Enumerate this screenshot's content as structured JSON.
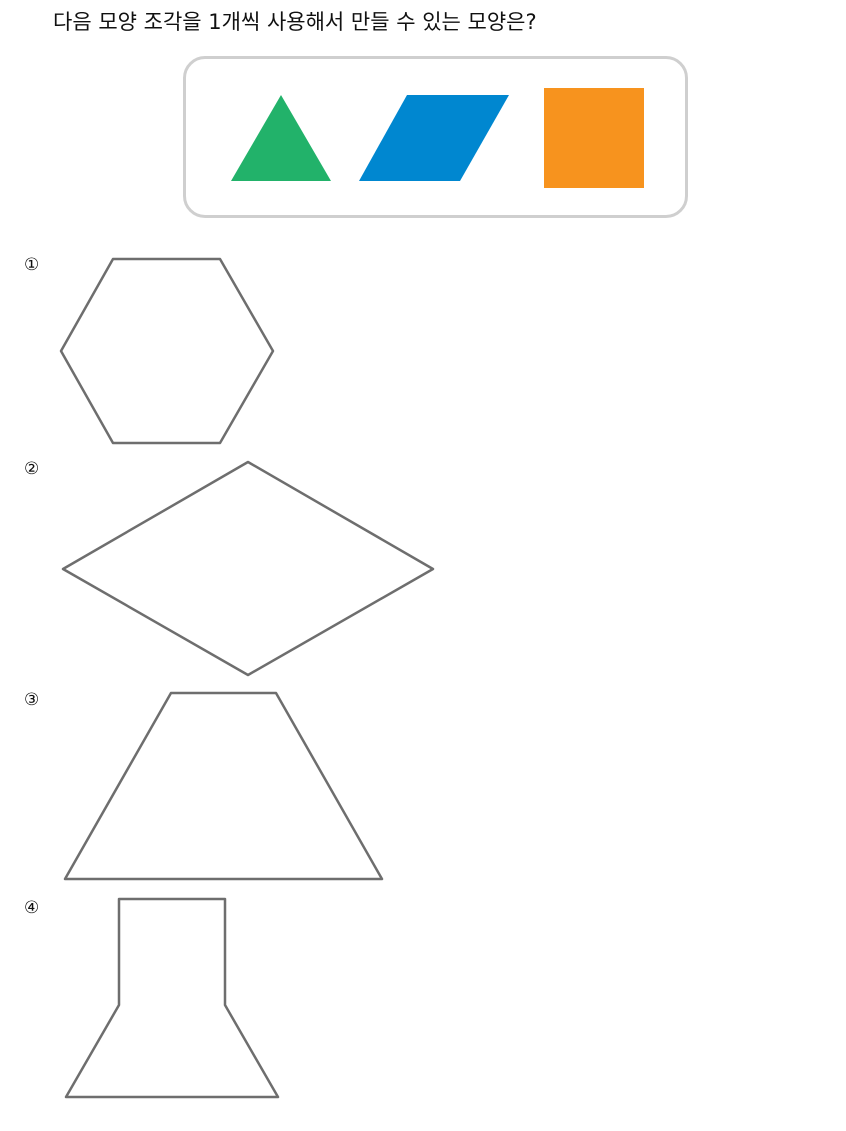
{
  "question": {
    "text": "다음 모양 조각을 1개씩 사용해서 만들 수 있는 모양은?"
  },
  "pieces": [
    {
      "name": "triangle",
      "color": "#22b26a"
    },
    {
      "name": "parallelogram",
      "color": "#0087d0"
    },
    {
      "name": "square",
      "color": "#f7931e"
    }
  ],
  "options": [
    {
      "number": "①",
      "shape": "hexagon"
    },
    {
      "number": "②",
      "shape": "rhombus"
    },
    {
      "number": "③",
      "shape": "trapezoid"
    },
    {
      "number": "④",
      "shape": "square-on-trapezoid"
    }
  ],
  "outline_color": "#6e6e6e"
}
